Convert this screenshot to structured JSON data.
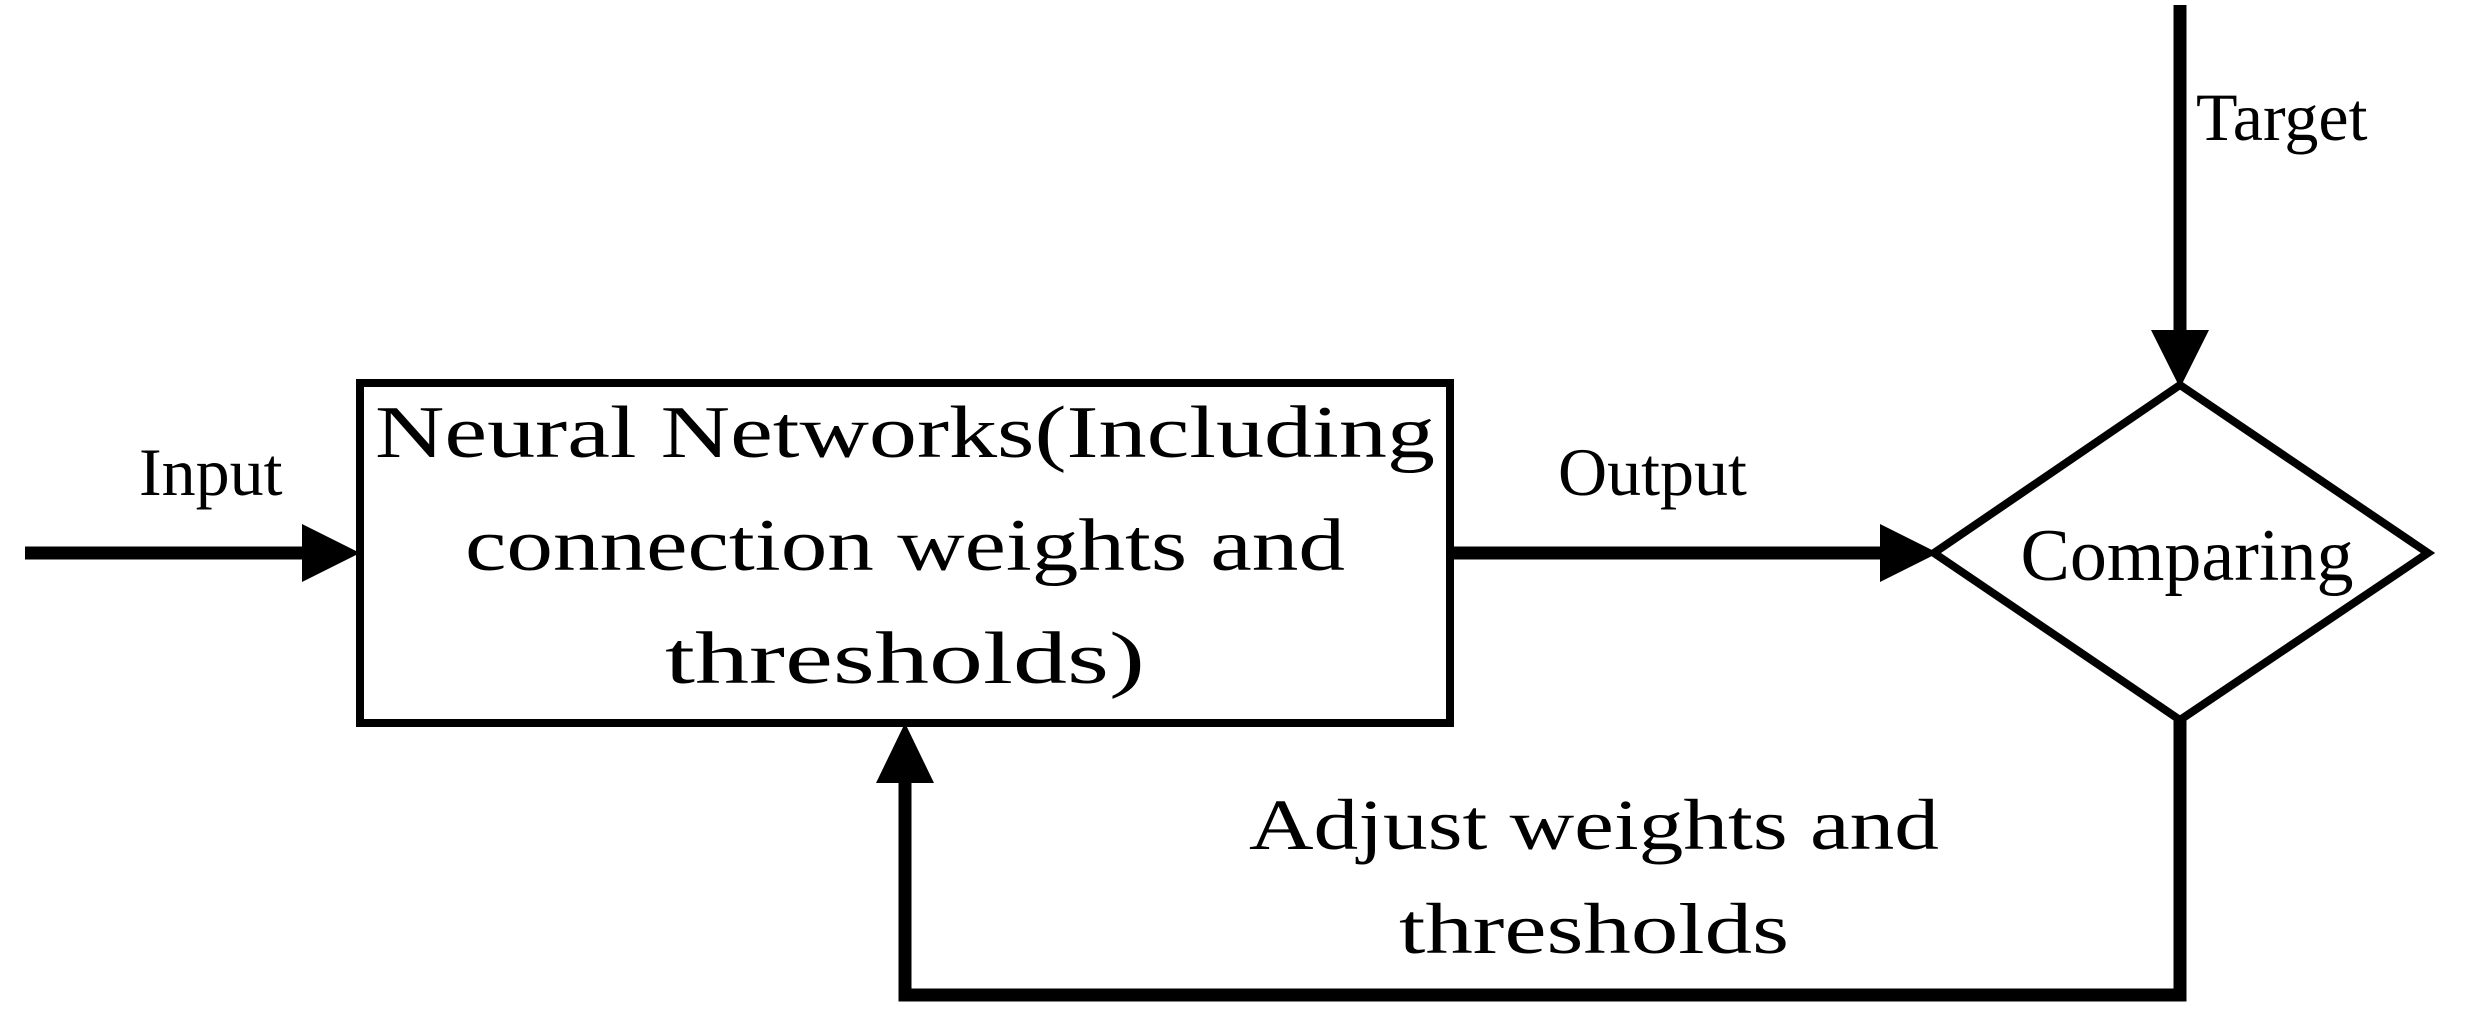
{
  "diagram": {
    "title": "Neural network training loop flowchart",
    "background_color": "#ffffff",
    "line_color": "#000000",
    "text_color": "#000000"
  },
  "nodes": {
    "neural_network_box": {
      "label_line_1": "Neural Networks(Including",
      "label_line_2": "connection weights and",
      "label_line_3": "thresholds)",
      "shape": "rectangle"
    },
    "comparing_diamond": {
      "label": "Comparing",
      "shape": "diamond"
    }
  },
  "edges": {
    "input": {
      "label": "Input"
    },
    "output": {
      "label": "Output"
    },
    "target": {
      "label": "Target"
    },
    "feedback": {
      "label_line_1": "Adjust weights and",
      "label_line_2": "thresholds"
    }
  }
}
